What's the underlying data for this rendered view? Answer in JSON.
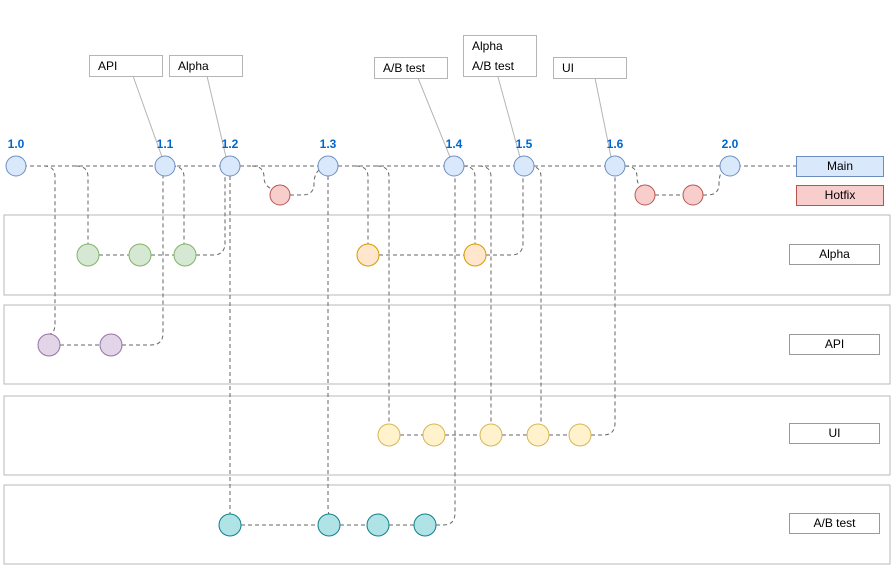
{
  "diagram": {
    "main": {
      "label": "Main",
      "versions": [
        "1.0",
        "1.1",
        "1.2",
        "1.3",
        "1.4",
        "1.5",
        "1.6",
        "2.0"
      ],
      "fill": "#dae8fc",
      "stroke": "#6c8ebf"
    },
    "hotfix": {
      "label": "Hotfix",
      "fill": "#f8cecc",
      "stroke": "#b85450",
      "commit_groups": [
        {
          "branches_after": "1.2",
          "merges_into": "1.3",
          "commits": 1
        },
        {
          "branches_after": "1.6",
          "merges_into": "2.0",
          "commits": 2
        }
      ]
    },
    "callouts": [
      {
        "lines": [
          "API"
        ],
        "points_to": "1.1"
      },
      {
        "lines": [
          "Alpha"
        ],
        "points_to": "1.2"
      },
      {
        "lines": [
          "A/B test"
        ],
        "points_to": "1.4"
      },
      {
        "lines": [
          "Alpha",
          "A/B test"
        ],
        "points_to": "1.5"
      },
      {
        "lines": [
          "UI"
        ],
        "points_to": "1.6"
      }
    ],
    "lanes": [
      {
        "label": "Alpha",
        "commit_groups": [
          {
            "color": "green",
            "count": 3,
            "merges_into": "1.2"
          },
          {
            "color": "orange",
            "count": 2,
            "merges_into": "1.5"
          }
        ]
      },
      {
        "label": "API",
        "commit_groups": [
          {
            "color": "purple",
            "count": 2,
            "merges_into": "1.1"
          }
        ]
      },
      {
        "label": "UI",
        "commit_groups": [
          {
            "color": "yellow",
            "count": 5,
            "merges_into": "1.6"
          }
        ]
      },
      {
        "label": "A/B test",
        "commit_groups": [
          {
            "color": "teal",
            "count": 4,
            "merges_into": "1.4"
          }
        ]
      }
    ],
    "colors": {
      "green_fill": "#d5e8d4",
      "green_stroke": "#82b366",
      "purple_fill": "#e1d5e7",
      "purple_stroke": "#9673a6",
      "orange_fill": "#ffe6cc",
      "orange_stroke": "#d79b00",
      "yellow_fill": "#fff2cc",
      "yellow_stroke": "#d6b656",
      "teal_fill": "#b0e3e6",
      "teal_stroke": "#0e8088",
      "version_text": "#0066cc",
      "dash_line": "#666666",
      "lane_border": "#bababa"
    }
  }
}
